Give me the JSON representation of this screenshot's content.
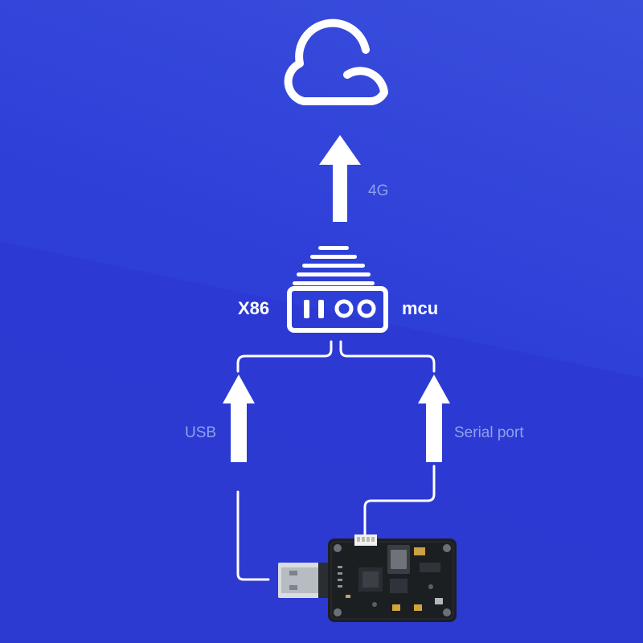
{
  "diagram": {
    "labels": {
      "cloud_link": "4G",
      "host": "X86",
      "controller": "mcu",
      "left_link": "USB",
      "right_link": "Serial port"
    },
    "colors": {
      "background": "#2e3fd8",
      "stroke": "#ffffff",
      "muted_text": "#8fa0ec",
      "pcb": "#1c1f22"
    },
    "icons": [
      "cloud-icon",
      "server-icon",
      "arrow-up-icon",
      "usb-4g-module-board"
    ]
  }
}
